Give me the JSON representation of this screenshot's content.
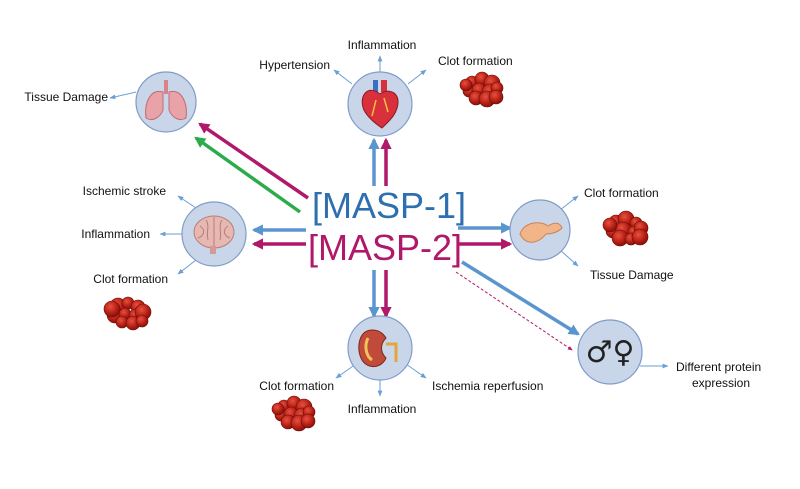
{
  "center": {
    "masp1": "[MASP-1]",
    "masp2": "[MASP-2]"
  },
  "colors": {
    "masp1": "#2e6faf",
    "masp2": "#b0186a",
    "green": "#2bab4a",
    "node_fill": "#c9d6ea",
    "node_stroke": "#7f9cc8",
    "thin_arrow": "#6a9ed6",
    "blue_arrow": "#5b95cf",
    "magenta_arrow": "#b0186a"
  },
  "nodes": {
    "lungs": {
      "icon": "lungs-icon",
      "effects": [
        "Tissue Damage"
      ]
    },
    "heart": {
      "icon": "heart-icon",
      "effects": [
        "Hypertension",
        "Inflammation",
        "Clot formation"
      ]
    },
    "brain": {
      "icon": "brain-icon",
      "effects": [
        "Ischemic stroke",
        "Inflammation",
        "Clot formation"
      ]
    },
    "pancreas": {
      "icon": "pancreas-icon",
      "effects": [
        "Clot formation",
        "Tissue Damage"
      ]
    },
    "kidney": {
      "icon": "kidney-icon",
      "effects": [
        "Clot formation",
        "Inflammation",
        "Ischemia reperfusion"
      ]
    },
    "sex": {
      "icon": "male-female-icon",
      "symbols": "♂♀",
      "effects": [
        "Different protein",
        "expression"
      ]
    }
  }
}
